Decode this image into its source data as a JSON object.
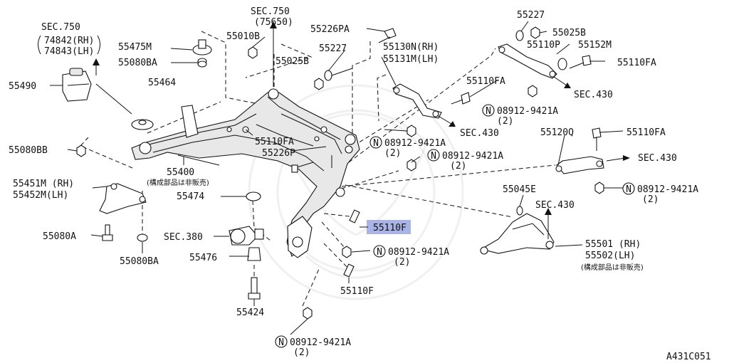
{
  "diagram": {
    "highlight_color": "#a9b3e6",
    "line_color": "#111111",
    "labels": {
      "sec750_left": "SEC.750",
      "p74842": "74842(RH)",
      "p74843": "74843(LH)",
      "sec750_top": "SEC.750",
      "p75650": "(75650)",
      "p55226PA": "55226PA",
      "p55227_top": "55227",
      "p55025B_tr": "55025B",
      "p55475M": "55475M",
      "p55010B": "55010B",
      "p55080BA_top": "55080BA",
      "p55227_mid": "55227",
      "p55025B_mid": "55025B",
      "p55130N": "55130N(RH)",
      "p55131M": "55131M(LH)",
      "p55110P": "55110P",
      "p55152M": "55152M",
      "p55110FA_tr": "55110FA",
      "sec430_tr": "SEC.430",
      "p55490": "55490",
      "p55464": "55464",
      "p55110FA_mid": "55110FA",
      "n08912_1": "08912-9421A",
      "n08912_1_qty": "(2)",
      "sec430_mid": "SEC.430",
      "p55080BB": "55080BB",
      "p55110FA_c": "55110FA",
      "p55226P": "55226P",
      "n08912_2": "08912-9421A",
      "n08912_2_qty": "(2)",
      "n08912_3": "08912-9421A",
      "n08912_3_qty": "(2)",
      "p55120Q": "55120Q",
      "p55110FA_r": "55110FA",
      "sec430_r": "SEC.430",
      "p55400": "55400",
      "p55400_note": "(構成部品は非販売)",
      "p55451M": "55451M (RH)",
      "p55452M": "55452M(LH)",
      "p55474": "55474",
      "p55045E": "55045E",
      "n08912_4": "08912-9421A",
      "n08912_4_qty": "(2)",
      "sec430_low": "SEC.430",
      "p55110F_hl": "55110F",
      "p55080A": "55080A",
      "sec380": "SEC.380",
      "p55501": "55501 (RH)",
      "p55502": "55502(LH)",
      "p5550x_note": "(構成部品は非販売)",
      "p55080BA_low": "55080BA",
      "p55476": "55476",
      "n08912_5": "08912-9421A",
      "n08912_5_qty": "(2)",
      "p55110F_low": "55110F",
      "p55424": "55424",
      "n08912_6": "08912-9421A",
      "n08912_6_qty": "(2)",
      "n_symbol": "N",
      "figure_code": "A431C051"
    }
  }
}
